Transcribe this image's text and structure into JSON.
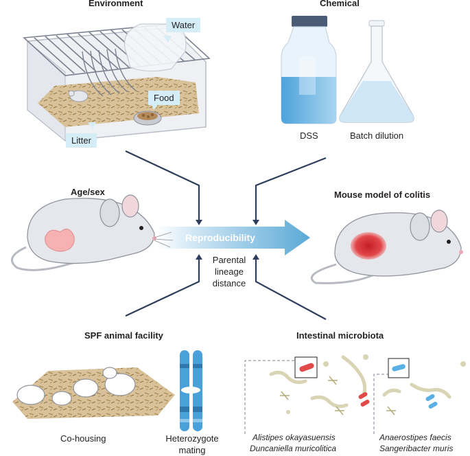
{
  "headings": {
    "environment": "Environment",
    "chemical": "Chemical",
    "age_sex": "Age/sex",
    "mouse_model": "Mouse model of colitis",
    "spf": "SPF animal facility",
    "microbiota": "Intestinal microbiota"
  },
  "callouts": {
    "water": "Water",
    "food": "Food",
    "litter": "Litter"
  },
  "chemical_labels": {
    "dss": "DSS",
    "batch_dilution": "Batch dilution"
  },
  "center": {
    "arrow_label": "Reproducibility",
    "parental_line1": "Parental",
    "parental_line2": "lineage",
    "parental_line3": "distance"
  },
  "spf_labels": {
    "co_housing": "Co-housing",
    "heterozygote_line1": "Heterozygote",
    "heterozygote_line2": "mating"
  },
  "species": {
    "left_1": "Alistipes okayasuensis",
    "left_2": "Duncaniella muricolitica",
    "right_1": "Anaerostipes faecis",
    "right_2": "Sangeribacter muris"
  },
  "colors": {
    "arrow": "#5aa9d6",
    "arrow_light": "#d9ecf7",
    "connector": "#2e3d5c",
    "callout_bg": "#d5edf7",
    "mouse_body": "#e6e7ec",
    "gut_healthy": "#f4a6a6",
    "gut_inflamed": "#d9262a",
    "litter": "#c9ad7f",
    "chromosome": "#4aa0d8"
  },
  "icons": [
    "cage-icon",
    "water-bottle-icon",
    "food-bowl-icon",
    "dss-bottle-icon",
    "flask-icon",
    "mouse-icon",
    "chromosome-icon",
    "bacteria-icon"
  ]
}
